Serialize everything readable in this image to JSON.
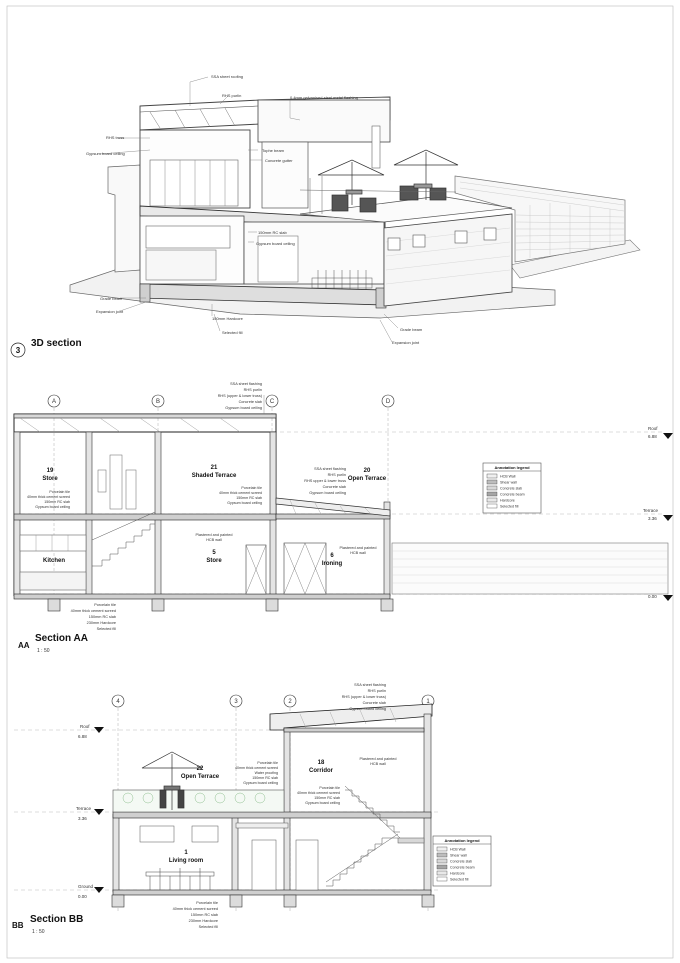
{
  "sheet": {
    "views": {
      "section3d": {
        "number": "3",
        "title": "3D section",
        "notes": [
          "SSA sheet roofing",
          "RHS purlin",
          "0.4mm galvanised steel metal flashing",
          "RHS truss",
          "Gypsum board ceiling",
          "Tophe beam",
          "Concrete gutter",
          "150mm RC slab",
          "Gypsum board ceiling",
          "Grade beam",
          "Expansion joint",
          "150mm Hardcore",
          "Selected fill",
          "Grade beam",
          "Expansion joint"
        ]
      },
      "sectionAA": {
        "letter": "AA",
        "title": "Section AA",
        "scale": "1 : 50",
        "grids": [
          "A",
          "B",
          "C",
          "D"
        ],
        "levels": [
          {
            "name": "Roof",
            "value": "6.88"
          },
          {
            "name": "Terrace",
            "value": "3.36"
          },
          {
            "name": "Ground",
            "value": "0.00"
          }
        ],
        "rooms": [
          {
            "num": "19",
            "name": "Store"
          },
          {
            "num": "21",
            "name": "Shaded Terrace"
          },
          {
            "num": "20",
            "name": "Open Terrace"
          },
          {
            "num": "",
            "name": "Kitchen"
          },
          {
            "num": "5",
            "name": "Store"
          },
          {
            "num": "6",
            "name": "Ironing"
          }
        ],
        "roof_notes": [
          "SSA sheet flashing",
          "RHS purlin",
          "RHS (upper & lower truss)",
          "Concrete slab",
          "Gypsum board ceiling"
        ],
        "terrace_notes": [
          "SSA sheet flashing",
          "RHS purlin",
          "RHS upper & lower truss",
          "Concrete slab",
          "Gypsum board ceiling"
        ],
        "floor_notes": [
          "Porcelain tile",
          "40mm thick cement screed",
          "150mm RC slab",
          "Gypsum board ceiling"
        ],
        "store_notes": [
          "Porcelain tile",
          "40mm thick cement screed",
          "150mm RC slab",
          "Gypsum board ceiling"
        ],
        "wall_notes": [
          "Plastered and painted",
          "HCB wall"
        ],
        "ground_notes": [
          "Porcelain tile",
          "40mm thick cement screed",
          "150mm RC slab",
          "230mm Hardcore",
          "Selected fill"
        ],
        "legend": {
          "title": "Annotation legend",
          "items": [
            "HCB Wall",
            "Shear wall",
            "Concrete slab",
            "Concrete beam",
            "Hardcore",
            "Selected fill"
          ]
        }
      },
      "sectionBB": {
        "letter": "BB",
        "title": "Section BB",
        "scale": "1 : 50",
        "grids": [
          "4",
          "3",
          "2",
          "1"
        ],
        "levels": [
          {
            "name": "Roof",
            "value": "6.88"
          },
          {
            "name": "Terrace",
            "value": "3.36"
          },
          {
            "name": "Ground",
            "value": "0.00"
          }
        ],
        "rooms": [
          {
            "num": "22",
            "name": "Open Terrace"
          },
          {
            "num": "18",
            "name": "Corridor"
          },
          {
            "num": "1",
            "name": "Living room"
          }
        ],
        "roof_notes": [
          "SSA sheet flashing",
          "RHS purlin",
          "RHS (upper & lower truss)",
          "Concrete slab",
          "Gypsum board ceiling"
        ],
        "terrace_notes": [
          "Porcelain tile",
          "40mm thick cement screed",
          "Water proofing",
          "150mm RC slab",
          "Gypsum board ceiling"
        ],
        "corridor_notes": [
          "Porcelain tile",
          "40mm thick cement screed",
          "150mm RC slab",
          "Gypsum board ceiling"
        ],
        "wall_notes": [
          "Plastered and painted",
          "HCB wall"
        ],
        "ground_notes": [
          "Porcelain tile",
          "40mm thick cement screed",
          "150mm RC slab",
          "230mm Hardcore",
          "Selected fill"
        ],
        "legend": {
          "title": "Annotation legend",
          "items": [
            "HCB Wall",
            "Shear wall",
            "Concrete slab",
            "Concrete beam",
            "Hardcore",
            "Selected fill"
          ]
        }
      }
    }
  }
}
